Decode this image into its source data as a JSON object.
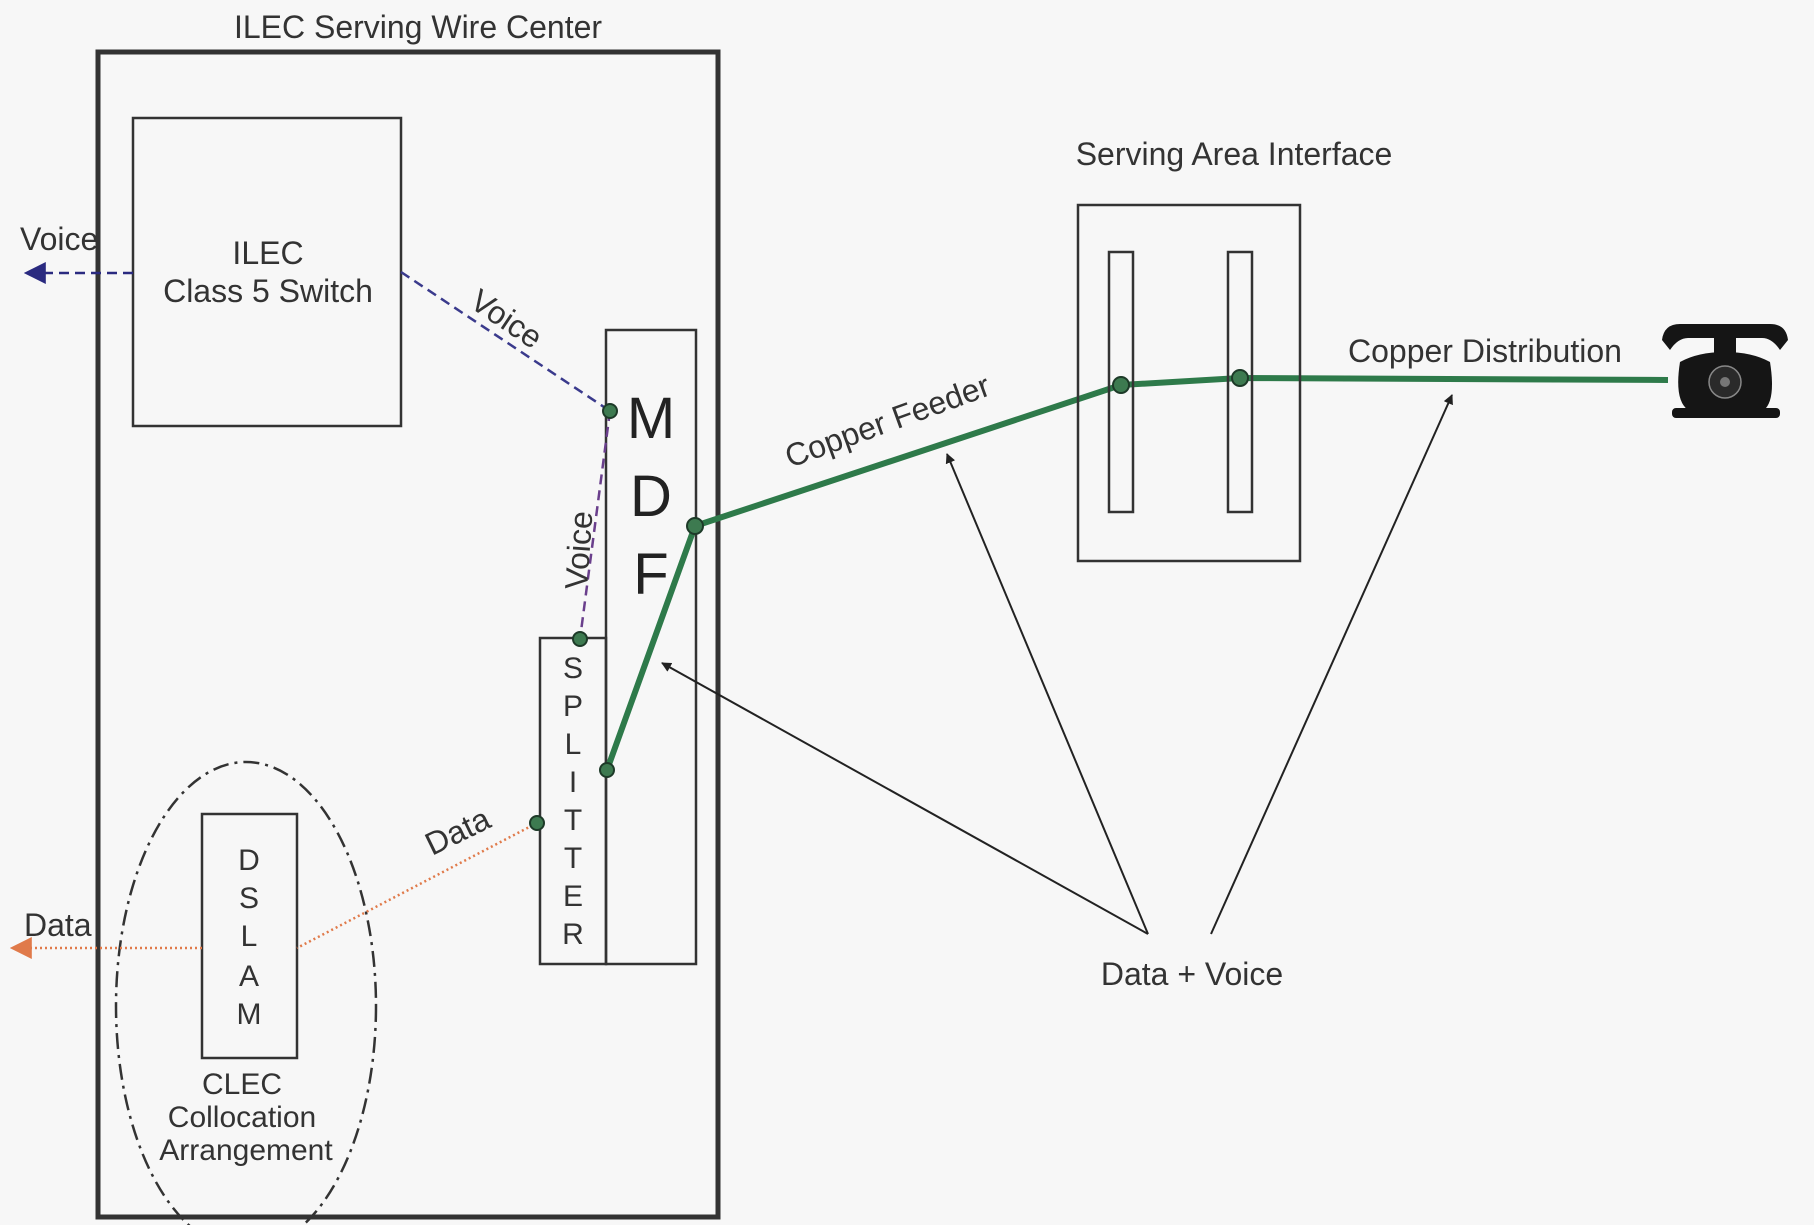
{
  "title": "ILEC Serving Wire Center",
  "switch": {
    "line1": "ILEC",
    "line2": "Class 5 Switch"
  },
  "voice_out_label": "Voice",
  "voice_switch_link_label": "Voice",
  "voice_splitter_link_label": "Voice",
  "mdf": {
    "letters": [
      "M",
      "D",
      "F"
    ]
  },
  "splitter": {
    "letters": [
      "S",
      "P",
      "L",
      "I",
      "T",
      "T",
      "E",
      "R"
    ]
  },
  "dslam": {
    "letters": [
      "D",
      "S",
      "L",
      "A",
      "M"
    ]
  },
  "data_link_label": "Data",
  "data_out_label": "Data",
  "clec": {
    "line1": "CLEC",
    "line2": "Collocation",
    "line3": "Arrangement"
  },
  "sai_title": "Serving Area Interface",
  "copper_feeder_label": "Copper Feeder",
  "copper_distribution_label": "Copper Distribution",
  "data_voice_label": "Data + Voice",
  "colors": {
    "copper": "#2e7a4a",
    "voice": "#3a3a8c",
    "voice_splitter": "#6a3f8c",
    "data": "#e07a4a",
    "outline": "#333333"
  },
  "icons": {
    "phone": "telephone-icon"
  }
}
